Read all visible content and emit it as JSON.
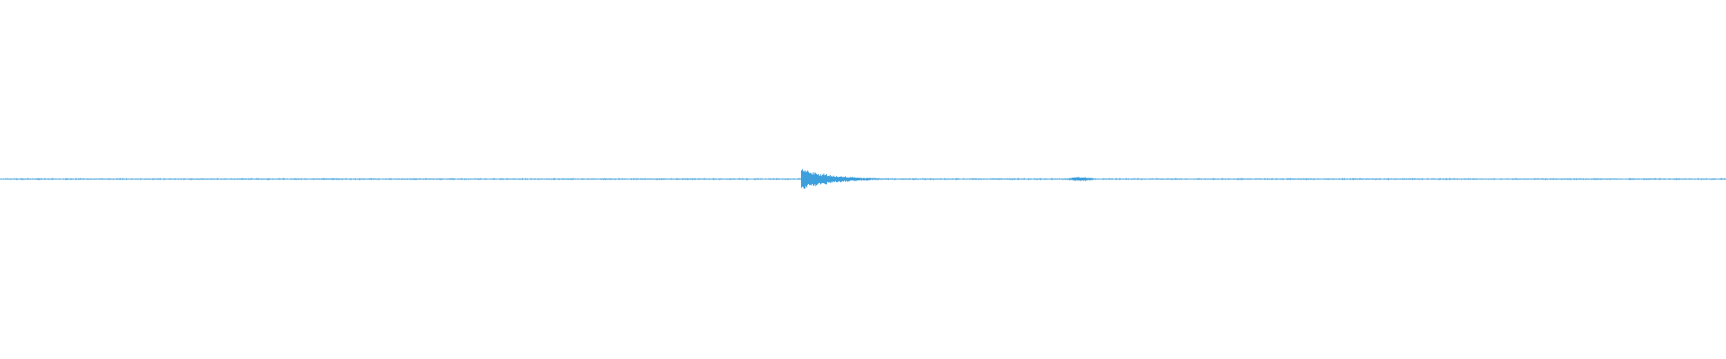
{
  "waveform": {
    "color": "#3d9fdc",
    "background": "#ffffff",
    "baseline_amplitude": 0.06,
    "events": [
      {
        "at": 0.464,
        "peak": 1.0,
        "decay": 0.018,
        "shape": "impulse-decay"
      },
      {
        "at": 0.626,
        "peak": 0.18,
        "decay": 0.006,
        "shape": "blip"
      }
    ]
  }
}
